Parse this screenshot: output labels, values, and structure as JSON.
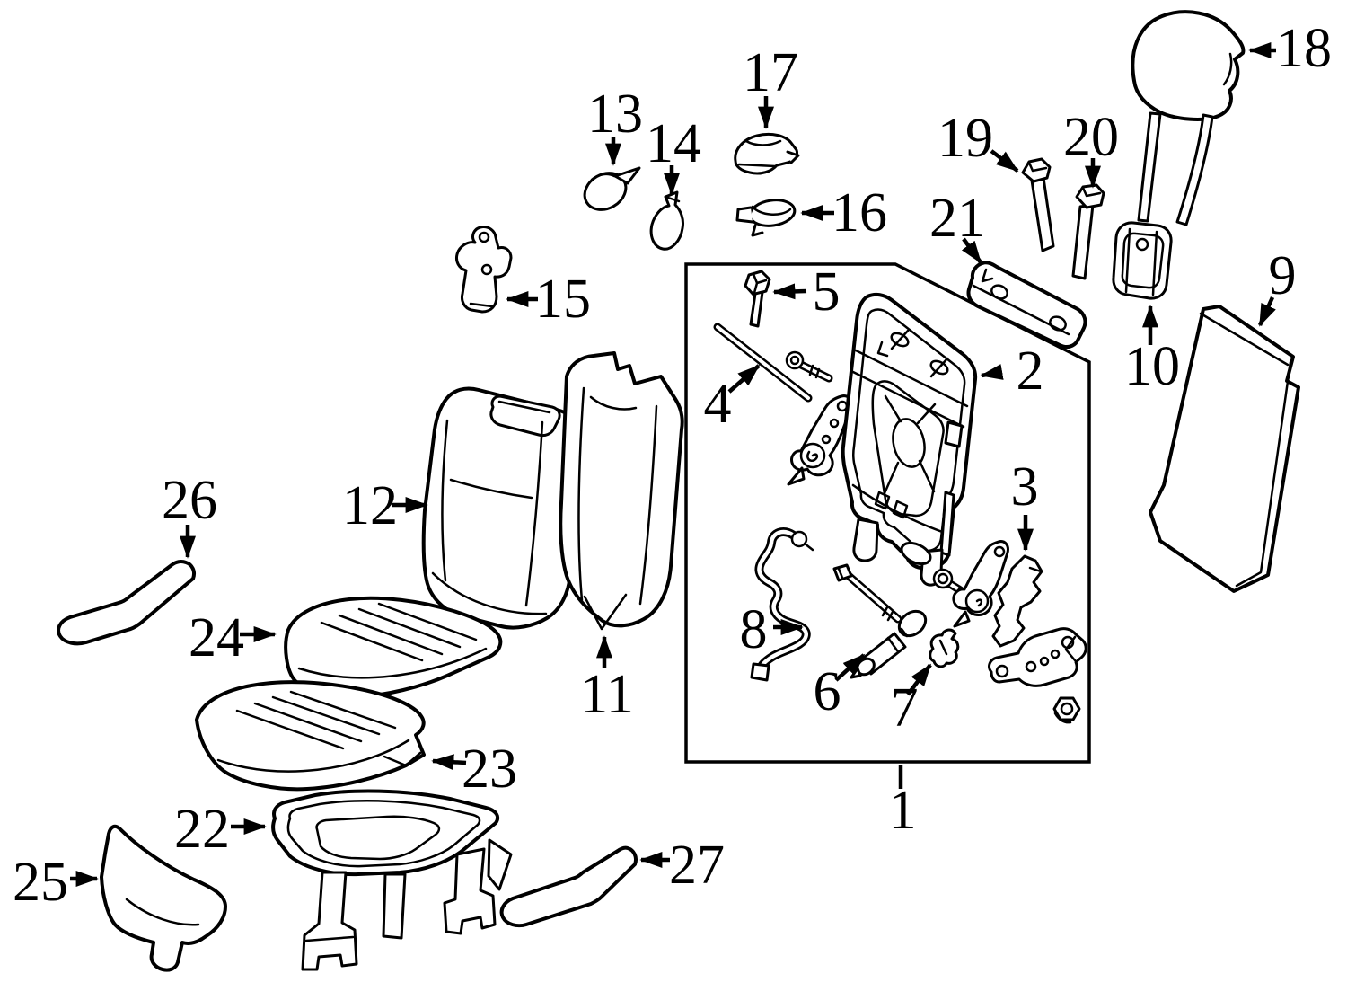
{
  "diagram": {
    "colors": {
      "background": "#ffffff",
      "line": "#000000",
      "highlight": "#a9def3"
    },
    "highlighted_callout": "26",
    "group_box_callout": "1",
    "callouts": [
      {
        "label": "1"
      },
      {
        "label": "2"
      },
      {
        "label": "3"
      },
      {
        "label": "4"
      },
      {
        "label": "5"
      },
      {
        "label": "6"
      },
      {
        "label": "7"
      },
      {
        "label": "8"
      },
      {
        "label": "9"
      },
      {
        "label": "10"
      },
      {
        "label": "11"
      },
      {
        "label": "12"
      },
      {
        "label": "13"
      },
      {
        "label": "14"
      },
      {
        "label": "15"
      },
      {
        "label": "16"
      },
      {
        "label": "17"
      },
      {
        "label": "18"
      },
      {
        "label": "19"
      },
      {
        "label": "20"
      },
      {
        "label": "21"
      },
      {
        "label": "22"
      },
      {
        "label": "23"
      },
      {
        "label": "24"
      },
      {
        "label": "25"
      },
      {
        "label": "26"
      },
      {
        "label": "27"
      }
    ]
  }
}
